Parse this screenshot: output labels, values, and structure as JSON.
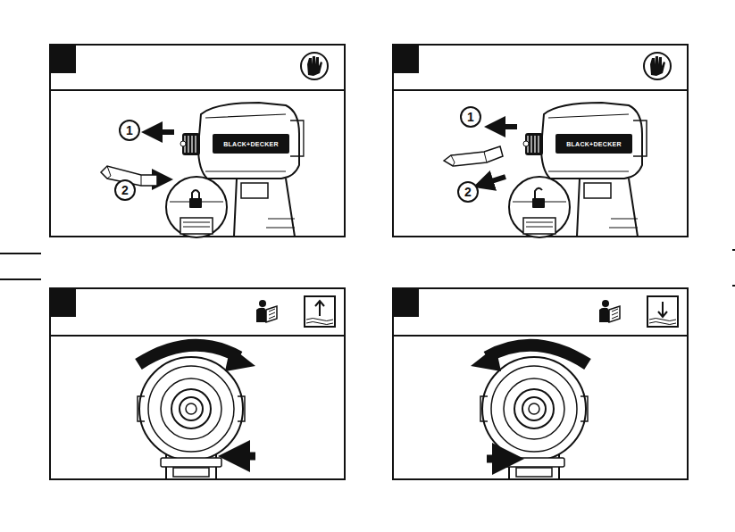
{
  "diagram": {
    "labels": [
      "1",
      "2",
      "BLACK+DECKER",
      "1",
      "2",
      "BLACK+DECKER"
    ]
  }
}
